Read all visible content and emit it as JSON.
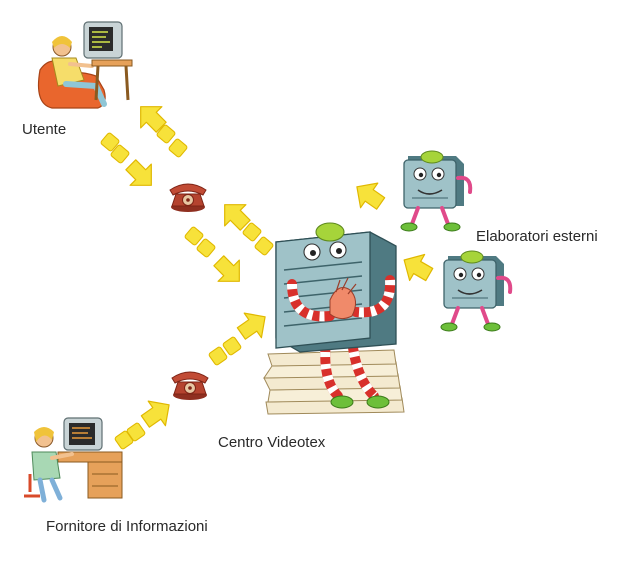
{
  "labels": {
    "user": "Utente",
    "external": "Elaboratori esterni",
    "center": "Centro Videotex",
    "provider": "Fornitore di Informazioni"
  },
  "colors": {
    "arrow": "#f7e23a",
    "arrow_stroke": "#e0b800",
    "terminal_body": "#9fc2c8",
    "terminal_dark": "#4f7a82",
    "screen": "#2b2b2b",
    "chair": "#e9662d",
    "phone": "#b5432f",
    "paper": "#f4ead0",
    "sleeve_red": "#d8302b",
    "green_dome": "#a6d43a",
    "desk": "#e6a15a"
  },
  "icons": {
    "user": "person-at-terminal-icon",
    "provider": "person-typing-icon",
    "center": "videotex-computer-mascot-icon",
    "external": "robot-computer-icon",
    "link": "telephone-icon",
    "flow": "arrow-icon"
  }
}
